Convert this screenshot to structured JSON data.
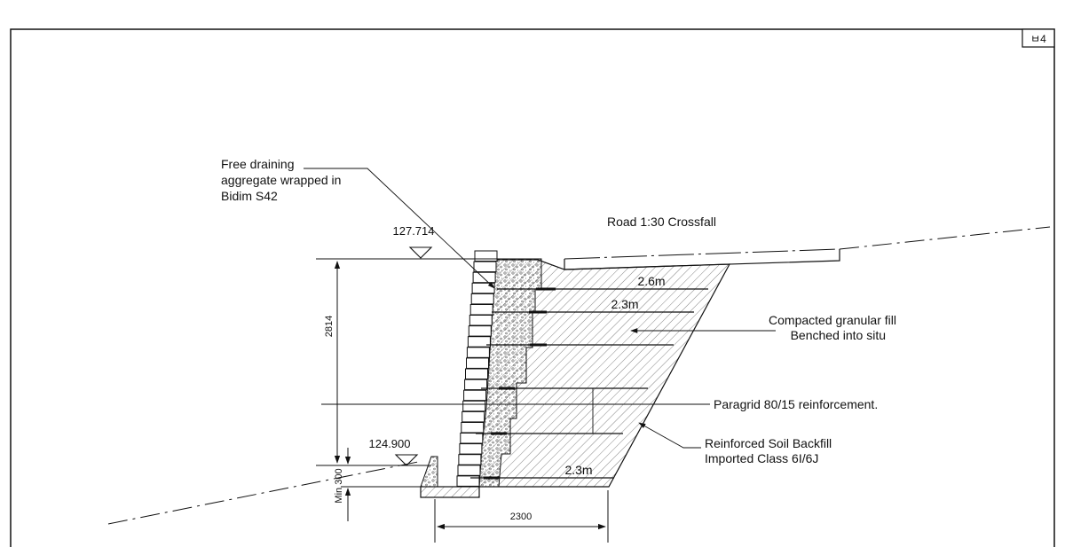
{
  "sheet": {
    "tag": "ㅂ4"
  },
  "labels": {
    "drainage_line1": "Free draining",
    "drainage_line2": "aggregate wrapped in",
    "drainage_line3": "Bidim S42",
    "road": "Road  1:30 Crossfall",
    "fill_line1": "Compacted granular fill",
    "fill_line2": "Benched into situ",
    "reinforcement": "Paragrid 80/15 reinforcement.",
    "backfill_line1": "Reinforced Soil  Backfill",
    "backfill_line2": "Imported Class 6I/6J"
  },
  "levels": {
    "top": "127.714",
    "bottom": "124.900"
  },
  "dimensions": {
    "wall_height": "2814",
    "embed": "Min 300",
    "base_width": "2300",
    "grid_top": "2.6m",
    "grid_second": "2.3m",
    "grid_bottom": "2.3m"
  }
}
